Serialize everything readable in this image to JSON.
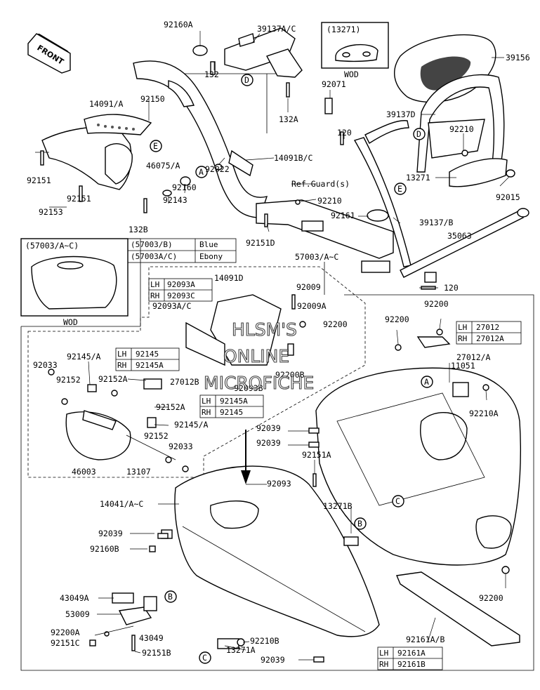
{
  "front_tag": "FRONT",
  "watermark": [
    "HLSM'S",
    "ONLINE",
    "MICROFICHE"
  ],
  "insets": {
    "seat_variant": "(13271)",
    "seat_variant_note": "WOD",
    "bag_variant": "(57003/A~C)",
    "bag_variant_note": "WOD"
  },
  "callouts": {
    "c1": "92160A",
    "c2": "39137A/C",
    "c3": "132",
    "c4": "132A",
    "c5": "92071",
    "c6": "39156",
    "c7": "39137D",
    "c8": "92210",
    "c9": "13271",
    "c10": "92015",
    "c11": "14091/A",
    "c12": "92150",
    "c13": "92151",
    "c14": "46075/A",
    "c15": "92151",
    "c16": "92153",
    "c17": "14091B/C",
    "c18": "120",
    "c19": "92022",
    "c20": "92160",
    "c21": "92143",
    "c22": "132B",
    "c23": "Ref.Guard(s)",
    "c24": "92210",
    "c25": "92161",
    "c26": "39137/B",
    "c27": "35063",
    "c28": "92151D",
    "c29": "57003/A~C",
    "c30": "120",
    "c31": "14091D",
    "c32": "92009",
    "c33": "92009A",
    "c34": "92093A/C",
    "c35": "92200",
    "c36": "92200B",
    "c37": "92093B",
    "c38": "92200",
    "c39": "92200",
    "c40": "27012/A",
    "c41": "11051",
    "c42": "92210A",
    "c43": "92033",
    "c44": "92145/A",
    "c45": "92152",
    "c46": "92152A",
    "c47": "27012B",
    "c48": "92152A",
    "c49": "92145/A",
    "c50": "92152",
    "c51": "92033",
    "c52": "46003",
    "c53": "13107",
    "c54": "92039",
    "c55": "92039",
    "c56": "92151A",
    "c57": "92093",
    "c58": "14041/A~C",
    "c59": "13271B",
    "c60": "92039",
    "c61": "92160B",
    "c62": "43049A",
    "c63": "53009",
    "c64": "43049",
    "c65": "92200A",
    "c66": "92151C",
    "c67": "92151B",
    "c68": "92210B",
    "c69": "13271A",
    "c70": "92039",
    "c71": "92161A/B",
    "c72": "92200"
  },
  "ref_markers": {
    "a1": "A",
    "a2": "A",
    "b1": "B",
    "b2": "B",
    "c1": "C",
    "c2": "C",
    "d1": "D",
    "d2": "D",
    "e1": "E",
    "e2": "E"
  },
  "tables": {
    "color": [
      {
        "part": "(57003/B)",
        "value": "Blue"
      },
      {
        "part": "(57003A/C)",
        "value": "Ebony"
      }
    ],
    "t92093": [
      {
        "side": "LH",
        "part": "92093A"
      },
      {
        "side": "RH",
        "part": "92093C"
      }
    ],
    "t92145a": [
      {
        "side": "LH",
        "part": "92145"
      },
      {
        "side": "RH",
        "part": "92145A"
      }
    ],
    "t92145b": [
      {
        "side": "LH",
        "part": "92145A"
      },
      {
        "side": "RH",
        "part": "92145"
      }
    ],
    "t27012": [
      {
        "side": "LH",
        "part": "27012"
      },
      {
        "side": "RH",
        "part": "27012A"
      }
    ],
    "t92161": [
      {
        "side": "LH",
        "part": "92161A"
      },
      {
        "side": "RH",
        "part": "92161B"
      }
    ]
  }
}
